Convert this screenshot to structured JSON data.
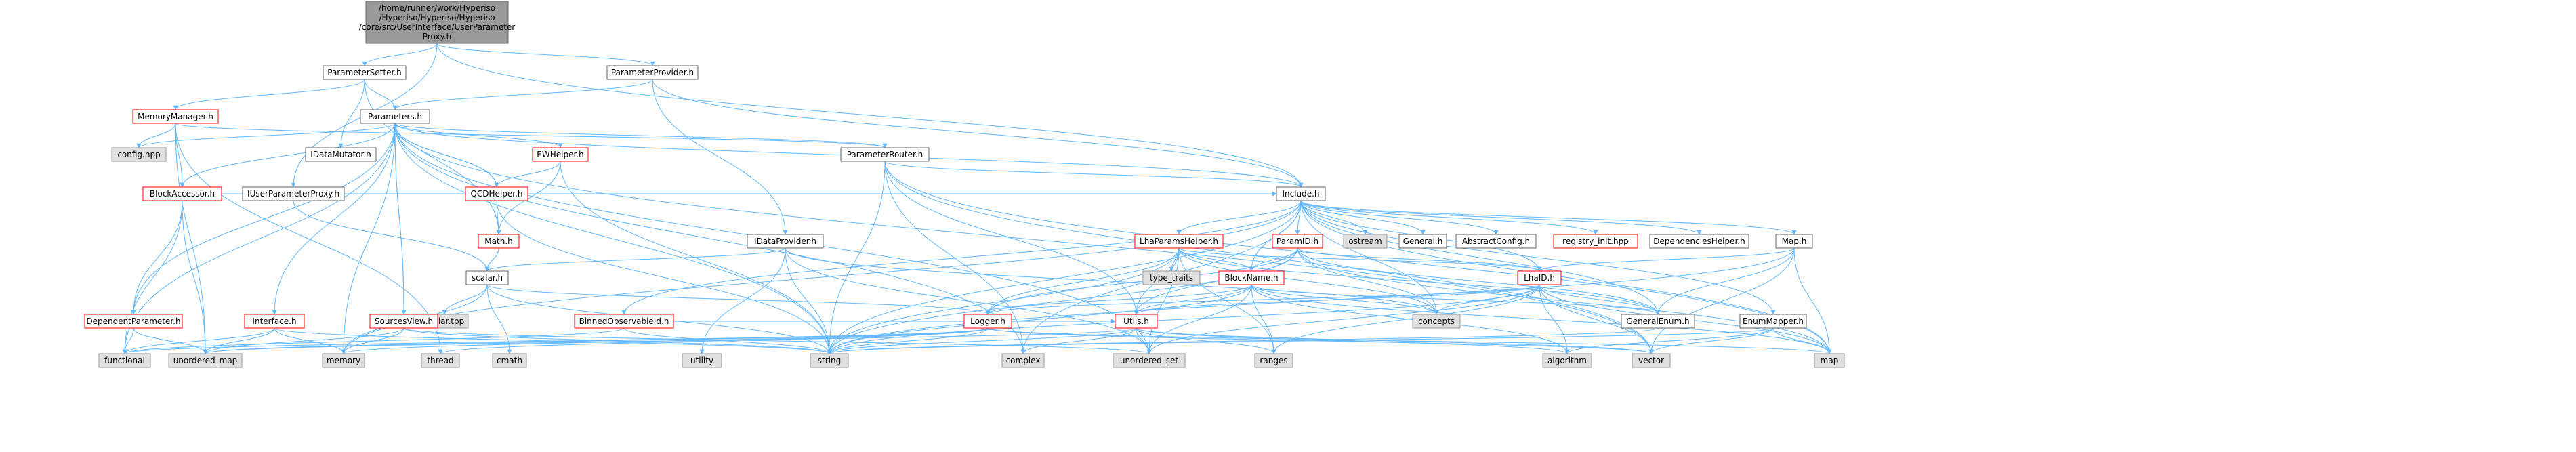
{
  "diagram": {
    "type": "include-dependency-graph",
    "colors": {
      "root_fill": "#999999",
      "node_fill": "#ffffff",
      "node_border": "#666666",
      "highlight_border": "#ff0000",
      "external_fill": "#e0e0e0",
      "external_border": "#999999",
      "edge": "#63b8ff"
    },
    "nodes": [
      {
        "id": "root",
        "lines": [
          "/home/runner/work/Hyperiso",
          "/Hyperiso/Hyperiso/Hyperiso",
          "/core/src/UserInterface/UserParameter",
          "Proxy.h"
        ],
        "style": "root"
      },
      {
        "id": "parametersetter",
        "lines": [
          "ParameterSetter.h"
        ],
        "style": "normal"
      },
      {
        "id": "parameterprovider",
        "lines": [
          "ParameterProvider.h"
        ],
        "style": "normal"
      },
      {
        "id": "iuserparameterproxy",
        "lines": [
          "IUserParameterProxy.h"
        ],
        "style": "normal"
      },
      {
        "id": "memorymanager",
        "lines": [
          "MemoryManager.h"
        ],
        "style": "red"
      },
      {
        "id": "parameters",
        "lines": [
          "Parameters.h"
        ],
        "style": "normal"
      },
      {
        "id": "idatamutator",
        "lines": [
          "IDataMutator.h"
        ],
        "style": "normal"
      },
      {
        "id": "config",
        "lines": [
          "config.hpp"
        ],
        "style": "external"
      },
      {
        "id": "blockaccessor",
        "lines": [
          "BlockAccessor.h"
        ],
        "style": "red"
      },
      {
        "id": "ewhelper",
        "lines": [
          "EWHelper.h"
        ],
        "style": "red"
      },
      {
        "id": "parameterrouter",
        "lines": [
          "ParameterRouter.h"
        ],
        "style": "normal"
      },
      {
        "id": "qcdhelper",
        "lines": [
          "QCDHelper.h"
        ],
        "style": "red"
      },
      {
        "id": "include",
        "lines": [
          "Include.h"
        ],
        "style": "normal"
      },
      {
        "id": "mathh",
        "lines": [
          "Math.h"
        ],
        "style": "red"
      },
      {
        "id": "idataprovider",
        "lines": [
          "IDataProvider.h"
        ],
        "style": "normal"
      },
      {
        "id": "scalar",
        "lines": [
          "scalar.h"
        ],
        "style": "normal"
      },
      {
        "id": "scalartpp",
        "lines": [
          "scalar.tpp"
        ],
        "style": "external"
      },
      {
        "id": "dependentparameter",
        "lines": [
          "DependentParameter.h"
        ],
        "style": "red"
      },
      {
        "id": "interface",
        "lines": [
          "Interface.h"
        ],
        "style": "red"
      },
      {
        "id": "sourcesview",
        "lines": [
          "SourcesView.h"
        ],
        "style": "red"
      },
      {
        "id": "binnedobservableid",
        "lines": [
          "BinnedObservableId.h"
        ],
        "style": "red"
      },
      {
        "id": "lhaparamshelper",
        "lines": [
          "LhaParamsHelper.h"
        ],
        "style": "red"
      },
      {
        "id": "paramid",
        "lines": [
          "ParamID.h"
        ],
        "style": "red"
      },
      {
        "id": "ostream",
        "lines": [
          "ostream"
        ],
        "style": "external"
      },
      {
        "id": "general",
        "lines": [
          "General.h"
        ],
        "style": "normal"
      },
      {
        "id": "abstractconfig",
        "lines": [
          "AbstractConfig.h"
        ],
        "style": "normal"
      },
      {
        "id": "registryinit",
        "lines": [
          "registry_init.hpp"
        ],
        "style": "red"
      },
      {
        "id": "dependencieshelper",
        "lines": [
          "DependenciesHelper.h"
        ],
        "style": "normal"
      },
      {
        "id": "map_h",
        "lines": [
          "Map.h"
        ],
        "style": "normal"
      },
      {
        "id": "typetraits",
        "lines": [
          "type_traits"
        ],
        "style": "external"
      },
      {
        "id": "blockname",
        "lines": [
          "BlockName.h"
        ],
        "style": "red"
      },
      {
        "id": "lhaid",
        "lines": [
          "LhaID.h"
        ],
        "style": "red"
      },
      {
        "id": "logger",
        "lines": [
          "Logger.h"
        ],
        "style": "red"
      },
      {
        "id": "utils",
        "lines": [
          "Utils.h"
        ],
        "style": "red"
      },
      {
        "id": "concepts",
        "lines": [
          "concepts"
        ],
        "style": "external"
      },
      {
        "id": "generalenum",
        "lines": [
          "GeneralEnum.h"
        ],
        "style": "normal"
      },
      {
        "id": "enummapper",
        "lines": [
          "EnumMapper.h"
        ],
        "style": "normal"
      },
      {
        "id": "functional",
        "lines": [
          "functional"
        ],
        "style": "external"
      },
      {
        "id": "unordered_map",
        "lines": [
          "unordered_map"
        ],
        "style": "external"
      },
      {
        "id": "memory",
        "lines": [
          "memory"
        ],
        "style": "external"
      },
      {
        "id": "thread",
        "lines": [
          "thread"
        ],
        "style": "external"
      },
      {
        "id": "cmath",
        "lines": [
          "cmath"
        ],
        "style": "external"
      },
      {
        "id": "utility",
        "lines": [
          "utility"
        ],
        "style": "external"
      },
      {
        "id": "string",
        "lines": [
          "string"
        ],
        "style": "external"
      },
      {
        "id": "complex",
        "lines": [
          "complex"
        ],
        "style": "external"
      },
      {
        "id": "unordered_set",
        "lines": [
          "unordered_set"
        ],
        "style": "external"
      },
      {
        "id": "ranges",
        "lines": [
          "ranges"
        ],
        "style": "external"
      },
      {
        "id": "algorithm",
        "lines": [
          "algorithm"
        ],
        "style": "external"
      },
      {
        "id": "vector",
        "lines": [
          "vector"
        ],
        "style": "external"
      },
      {
        "id": "map",
        "lines": [
          "map"
        ],
        "style": "external"
      }
    ],
    "edges": [
      [
        "root",
        "parametersetter"
      ],
      [
        "root",
        "parameterprovider"
      ],
      [
        "root",
        "iuserparameterproxy"
      ],
      [
        "root",
        "include"
      ],
      [
        "parametersetter",
        "memorymanager"
      ],
      [
        "parametersetter",
        "parameters"
      ],
      [
        "parametersetter",
        "idatamutator"
      ],
      [
        "parametersetter",
        "mathh"
      ],
      [
        "parameterprovider",
        "parameters"
      ],
      [
        "parameterprovider",
        "idataprovider"
      ],
      [
        "parameterprovider",
        "include"
      ],
      [
        "iuserparameterproxy",
        "scalar"
      ],
      [
        "memorymanager",
        "config"
      ],
      [
        "memorymanager",
        "blockaccessor"
      ],
      [
        "memorymanager",
        "parameterrouter"
      ],
      [
        "memorymanager",
        "unordered_map"
      ],
      [
        "memorymanager",
        "thread"
      ],
      [
        "parameters",
        "config"
      ],
      [
        "parameters",
        "blockaccessor"
      ],
      [
        "parameters",
        "ewhelper"
      ],
      [
        "parameters",
        "parameterrouter"
      ],
      [
        "parameters",
        "qcdhelper"
      ],
      [
        "parameters",
        "dependentparameter"
      ],
      [
        "parameters",
        "interface"
      ],
      [
        "parameters",
        "sourcesview"
      ],
      [
        "parameters",
        "memory"
      ],
      [
        "parameters",
        "functional"
      ],
      [
        "parameters",
        "include"
      ],
      [
        "parameters",
        "vector"
      ],
      [
        "parameters",
        "complex"
      ],
      [
        "parameters",
        "string"
      ],
      [
        "parameters",
        "unordered_set"
      ],
      [
        "blockaccessor",
        "dependentparameter"
      ],
      [
        "blockaccessor",
        "include"
      ],
      [
        "blockaccessor",
        "unordered_map"
      ],
      [
        "blockaccessor",
        "functional"
      ],
      [
        "ewhelper",
        "qcdhelper"
      ],
      [
        "ewhelper",
        "mathh"
      ],
      [
        "ewhelper",
        "string"
      ],
      [
        "qcdhelper",
        "parameters"
      ],
      [
        "qcdhelper",
        "mathh"
      ],
      [
        "qcdhelper",
        "string"
      ],
      [
        "parameterrouter",
        "include"
      ],
      [
        "parameterrouter",
        "string"
      ],
      [
        "parameterrouter",
        "utils"
      ],
      [
        "parameterrouter",
        "complex"
      ],
      [
        "parameterrouter",
        "map"
      ],
      [
        "parameterrouter",
        "vector"
      ],
      [
        "mathh",
        "scalar"
      ],
      [
        "idataprovider",
        "scalar"
      ],
      [
        "idataprovider",
        "string"
      ],
      [
        "idataprovider",
        "utility"
      ],
      [
        "idataprovider",
        "concepts"
      ],
      [
        "idataprovider",
        "unordered_set"
      ],
      [
        "scalar",
        "scalartpp"
      ],
      [
        "scalar",
        "cmath"
      ],
      [
        "scalar",
        "logger"
      ],
      [
        "scalar",
        "memory"
      ],
      [
        "scalar",
        "string"
      ],
      [
        "dependentparameter",
        "unordered_map"
      ],
      [
        "dependentparameter",
        "functional"
      ],
      [
        "interface",
        "unordered_map"
      ],
      [
        "interface",
        "memory"
      ],
      [
        "interface",
        "string"
      ],
      [
        "interface",
        "functional"
      ],
      [
        "sourcesview",
        "parameters"
      ],
      [
        "sourcesview",
        "unordered_map"
      ],
      [
        "sourcesview",
        "memory"
      ],
      [
        "sourcesview",
        "string"
      ],
      [
        "sourcesview",
        "unordered_set"
      ],
      [
        "include",
        "lhaparamshelper"
      ],
      [
        "include",
        "paramid"
      ],
      [
        "include",
        "ostream"
      ],
      [
        "include",
        "general"
      ],
      [
        "include",
        "abstractconfig"
      ],
      [
        "include",
        "registryinit"
      ],
      [
        "include",
        "dependencieshelper"
      ],
      [
        "include",
        "map_h"
      ],
      [
        "include",
        "enummapper"
      ],
      [
        "include",
        "generalenum"
      ],
      [
        "include",
        "lhaid"
      ],
      [
        "include",
        "blockname"
      ],
      [
        "include",
        "binnedobservableid"
      ],
      [
        "include",
        "memory"
      ],
      [
        "include",
        "string"
      ],
      [
        "include",
        "concepts"
      ],
      [
        "include",
        "map"
      ],
      [
        "include",
        "complex"
      ],
      [
        "binnedobservableid",
        "string"
      ],
      [
        "binnedobservableid",
        "functional"
      ],
      [
        "binnedobservableid",
        "utils"
      ],
      [
        "lhaparamshelper",
        "typetraits"
      ],
      [
        "lhaparamshelper",
        "blockname"
      ],
      [
        "lhaparamshelper",
        "lhaid"
      ],
      [
        "lhaparamshelper",
        "logger"
      ],
      [
        "lhaparamshelper",
        "utils"
      ],
      [
        "lhaparamshelper",
        "string"
      ],
      [
        "lhaparamshelper",
        "unordered_set"
      ],
      [
        "lhaparamshelper",
        "ranges"
      ],
      [
        "lhaparamshelper",
        "generalenum"
      ],
      [
        "lhaparamshelper",
        "concepts"
      ],
      [
        "paramid",
        "blockname"
      ],
      [
        "paramid",
        "lhaid"
      ],
      [
        "paramid",
        "logger"
      ],
      [
        "paramid",
        "utils"
      ],
      [
        "paramid",
        "generalenum"
      ],
      [
        "paramid",
        "string"
      ],
      [
        "paramid",
        "map"
      ],
      [
        "paramid",
        "concepts"
      ],
      [
        "map_h",
        "lhaid"
      ],
      [
        "map_h",
        "generalenum"
      ],
      [
        "map_h",
        "map"
      ],
      [
        "map_h",
        "vector"
      ],
      [
        "map_h",
        "string"
      ],
      [
        "blockname",
        "logger"
      ],
      [
        "blockname",
        "utils"
      ],
      [
        "blockname",
        "generalenum"
      ],
      [
        "blockname",
        "concepts"
      ],
      [
        "blockname",
        "string"
      ],
      [
        "blockname",
        "ranges"
      ],
      [
        "blockname",
        "algorithm"
      ],
      [
        "blockname",
        "unordered_set"
      ],
      [
        "blockname",
        "map"
      ],
      [
        "lhaid",
        "logger"
      ],
      [
        "lhaid",
        "utils"
      ],
      [
        "lhaid",
        "generalenum"
      ],
      [
        "lhaid",
        "concepts"
      ],
      [
        "lhaid",
        "string"
      ],
      [
        "lhaid",
        "ranges"
      ],
      [
        "lhaid",
        "algorithm"
      ],
      [
        "lhaid",
        "vector"
      ],
      [
        "lhaid",
        "unordered_set"
      ],
      [
        "lhaid",
        "map"
      ],
      [
        "logger",
        "string"
      ],
      [
        "logger",
        "memory"
      ],
      [
        "logger",
        "unordered_map"
      ],
      [
        "logger",
        "thread"
      ],
      [
        "logger",
        "functional"
      ],
      [
        "logger",
        "vector"
      ],
      [
        "logger",
        "map"
      ],
      [
        "utils",
        "string"
      ],
      [
        "utils",
        "complex"
      ],
      [
        "utils",
        "ranges"
      ],
      [
        "utils",
        "algorithm"
      ],
      [
        "utils",
        "vector"
      ],
      [
        "utils",
        "unordered_set"
      ],
      [
        "utils",
        "unordered_map"
      ],
      [
        "generalenum",
        "string"
      ],
      [
        "enummapper",
        "map"
      ],
      [
        "enummapper",
        "vector"
      ],
      [
        "enummapper",
        "string"
      ],
      [
        "enummapper",
        "algorithm"
      ]
    ]
  }
}
